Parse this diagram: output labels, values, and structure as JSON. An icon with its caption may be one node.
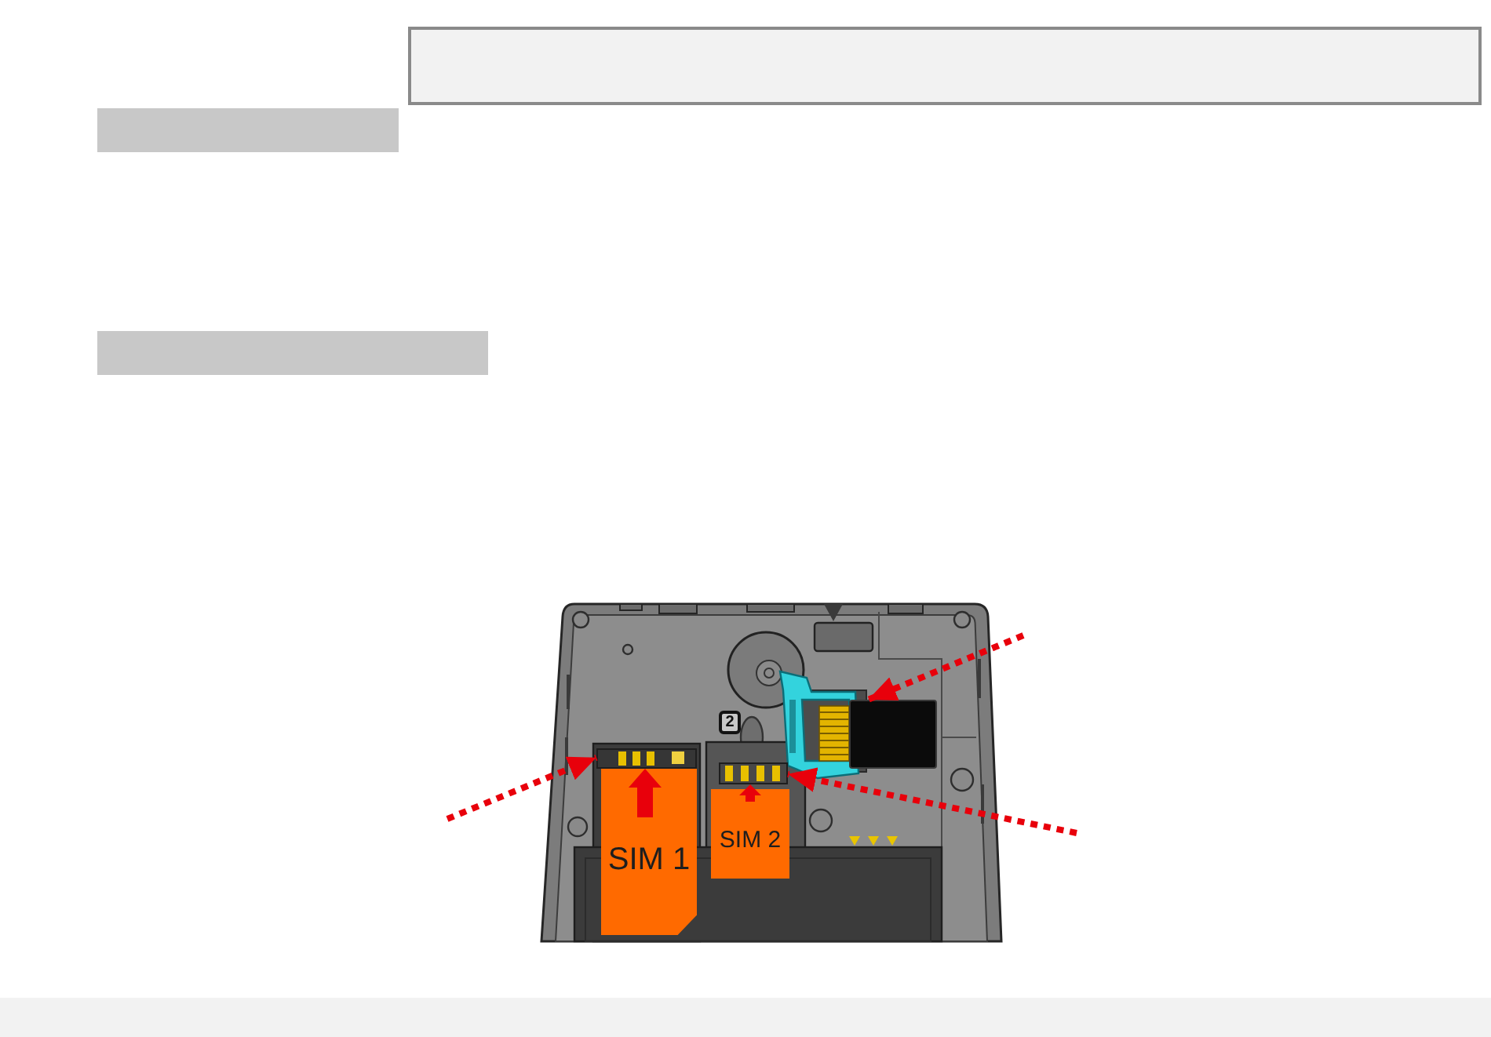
{
  "diagram": {
    "nodes": [
      {
        "text": [],
        "shape": "box"
      },
      {
        "text": [],
        "shape": "bar"
      },
      {
        "text": [],
        "shape": "bar"
      },
      {
        "text": [],
        "shape": "box"
      },
      {
        "text": [],
        "shape": "box"
      },
      {
        "text": [],
        "shape": "box"
      },
      {
        "text": [
          "SIM 1"
        ]
      },
      {
        "text": [
          "SIM 2"
        ]
      }
    ],
    "edges": [
      {
        "from": null,
        "to": 4,
        "arrow": "to",
        "style": "dashed"
      },
      {
        "from": null,
        "to": 3,
        "arrow": "to",
        "style": "dashed"
      },
      {
        "from": null,
        "to": 5,
        "arrow": "to",
        "style": "dashed"
      },
      {
        "from": 6,
        "to": 4,
        "arrow": "to",
        "style": "thick"
      },
      {
        "from": 7,
        "to": 5,
        "arrow": "to",
        "style": "thick"
      }
    ],
    "labels": [
      "2"
    ]
  }
}
